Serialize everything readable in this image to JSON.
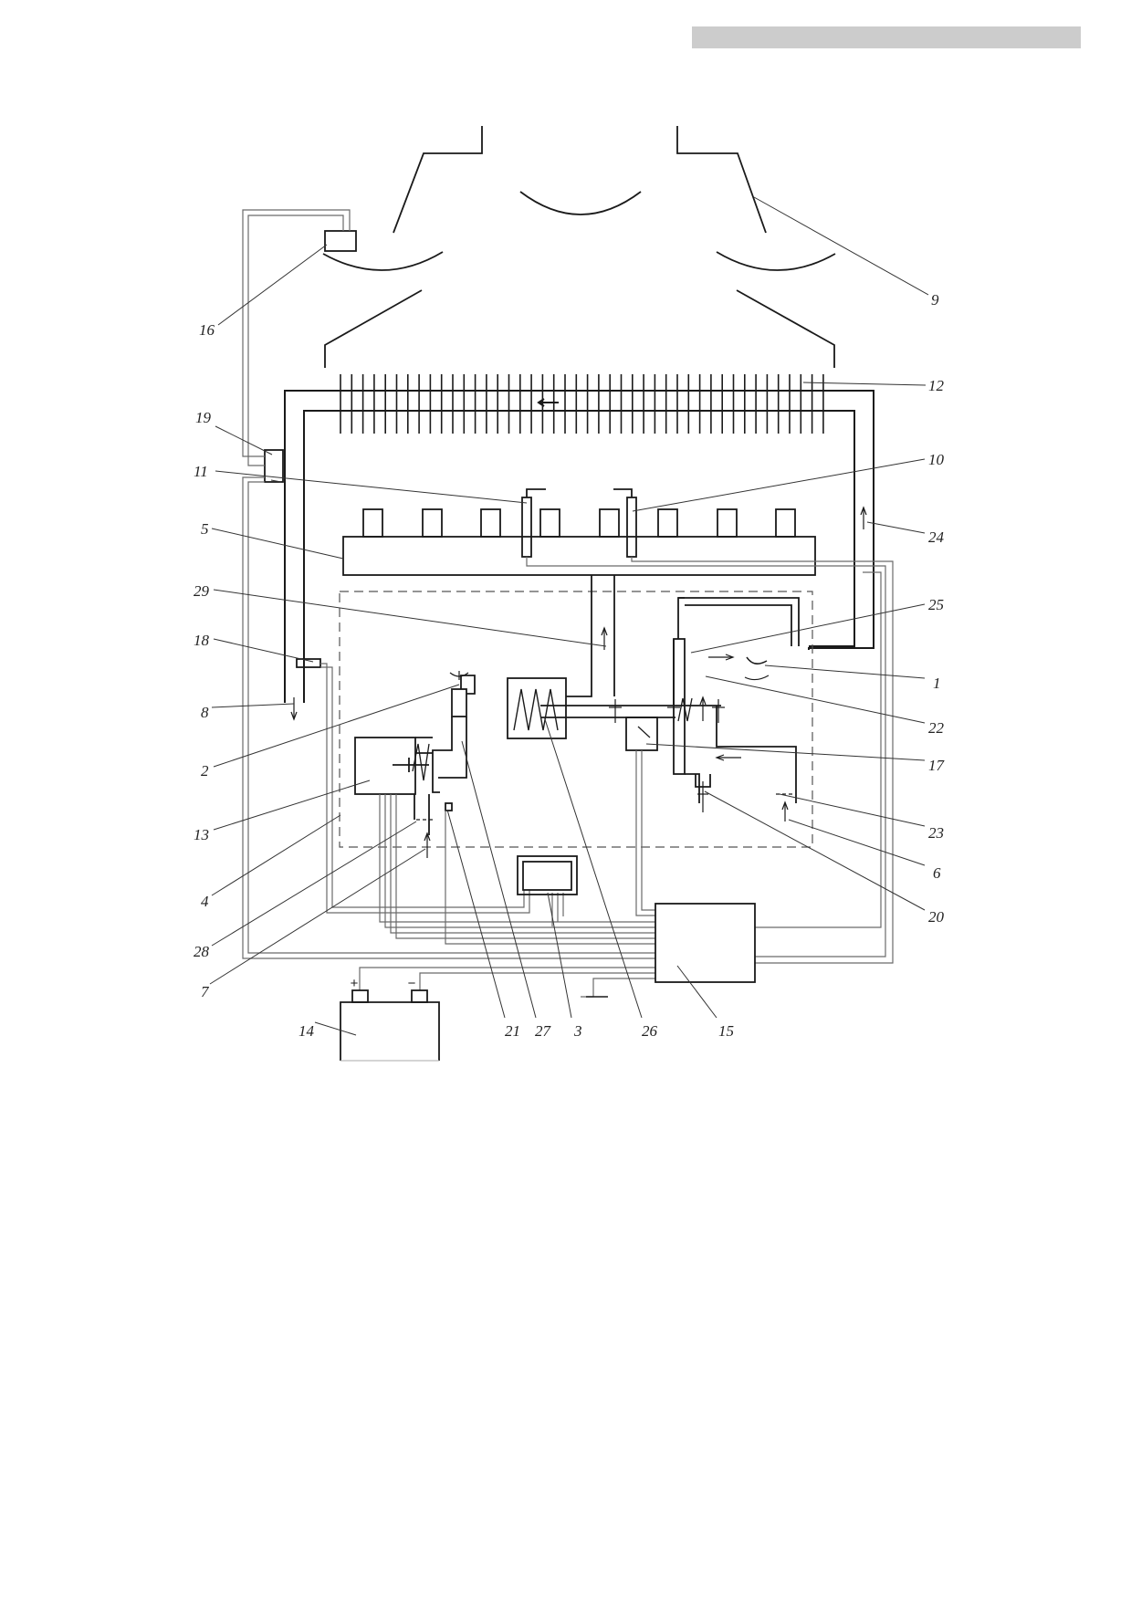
{
  "header": {
    "bar_color": "#cccccc"
  },
  "colors": {
    "pipe": "#1a1a1a",
    "wire": "#6a6a6a",
    "leader": "#333333",
    "dashed": "#555555"
  },
  "battery": {
    "plus": "+",
    "minus": "−"
  },
  "labels": [
    {
      "id": "9",
      "text": "9"
    },
    {
      "id": "16",
      "text": "16"
    },
    {
      "id": "12",
      "text": "12"
    },
    {
      "id": "19",
      "text": "19"
    },
    {
      "id": "10",
      "text": "10"
    },
    {
      "id": "11",
      "text": "11"
    },
    {
      "id": "5",
      "text": "5"
    },
    {
      "id": "24",
      "text": "24"
    },
    {
      "id": "29",
      "text": "29"
    },
    {
      "id": "25",
      "text": "25"
    },
    {
      "id": "18",
      "text": "18"
    },
    {
      "id": "1",
      "text": "1"
    },
    {
      "id": "8",
      "text": "8"
    },
    {
      "id": "22",
      "text": "22"
    },
    {
      "id": "2",
      "text": "2"
    },
    {
      "id": "17",
      "text": "17"
    },
    {
      "id": "13",
      "text": "13"
    },
    {
      "id": "23",
      "text": "23"
    },
    {
      "id": "6",
      "text": "6"
    },
    {
      "id": "4",
      "text": "4"
    },
    {
      "id": "20",
      "text": "20"
    },
    {
      "id": "28",
      "text": "28"
    },
    {
      "id": "7",
      "text": "7"
    },
    {
      "id": "14",
      "text": "14"
    },
    {
      "id": "21",
      "text": "21"
    },
    {
      "id": "27",
      "text": "27"
    },
    {
      "id": "3",
      "text": "3"
    },
    {
      "id": "26",
      "text": "26"
    },
    {
      "id": "15",
      "text": "15"
    }
  ]
}
